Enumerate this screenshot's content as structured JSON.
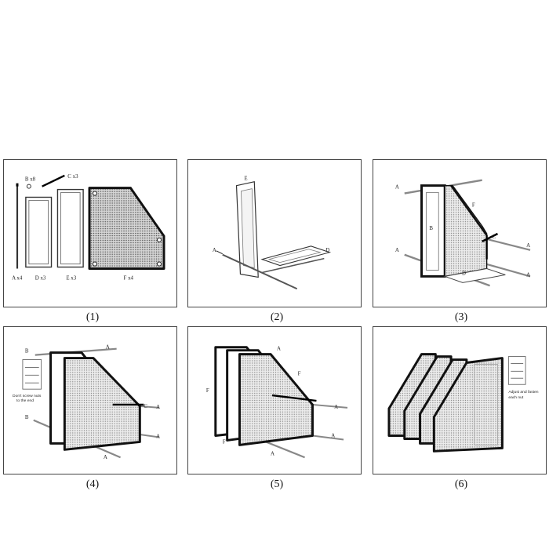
{
  "steps": [
    {
      "caption": "(1)"
    },
    {
      "caption": "(2)"
    },
    {
      "caption": "(3)"
    },
    {
      "caption": "(4)"
    },
    {
      "caption": "(5)"
    },
    {
      "caption": "(6)"
    }
  ],
  "parts": {
    "A": "A x4",
    "B": "B x8",
    "C": "C x3",
    "D": "D x3",
    "E": "E x3",
    "F": "F x4"
  },
  "labels": {
    "A": "A",
    "B": "B",
    "C": "C",
    "D": "D",
    "E": "E",
    "F": "F"
  },
  "notes": {
    "warn_line1": "Don't screw nuts",
    "warn_line2": "to the end",
    "final_line1": "Adjust and fasten",
    "final_line2": "each nut"
  }
}
